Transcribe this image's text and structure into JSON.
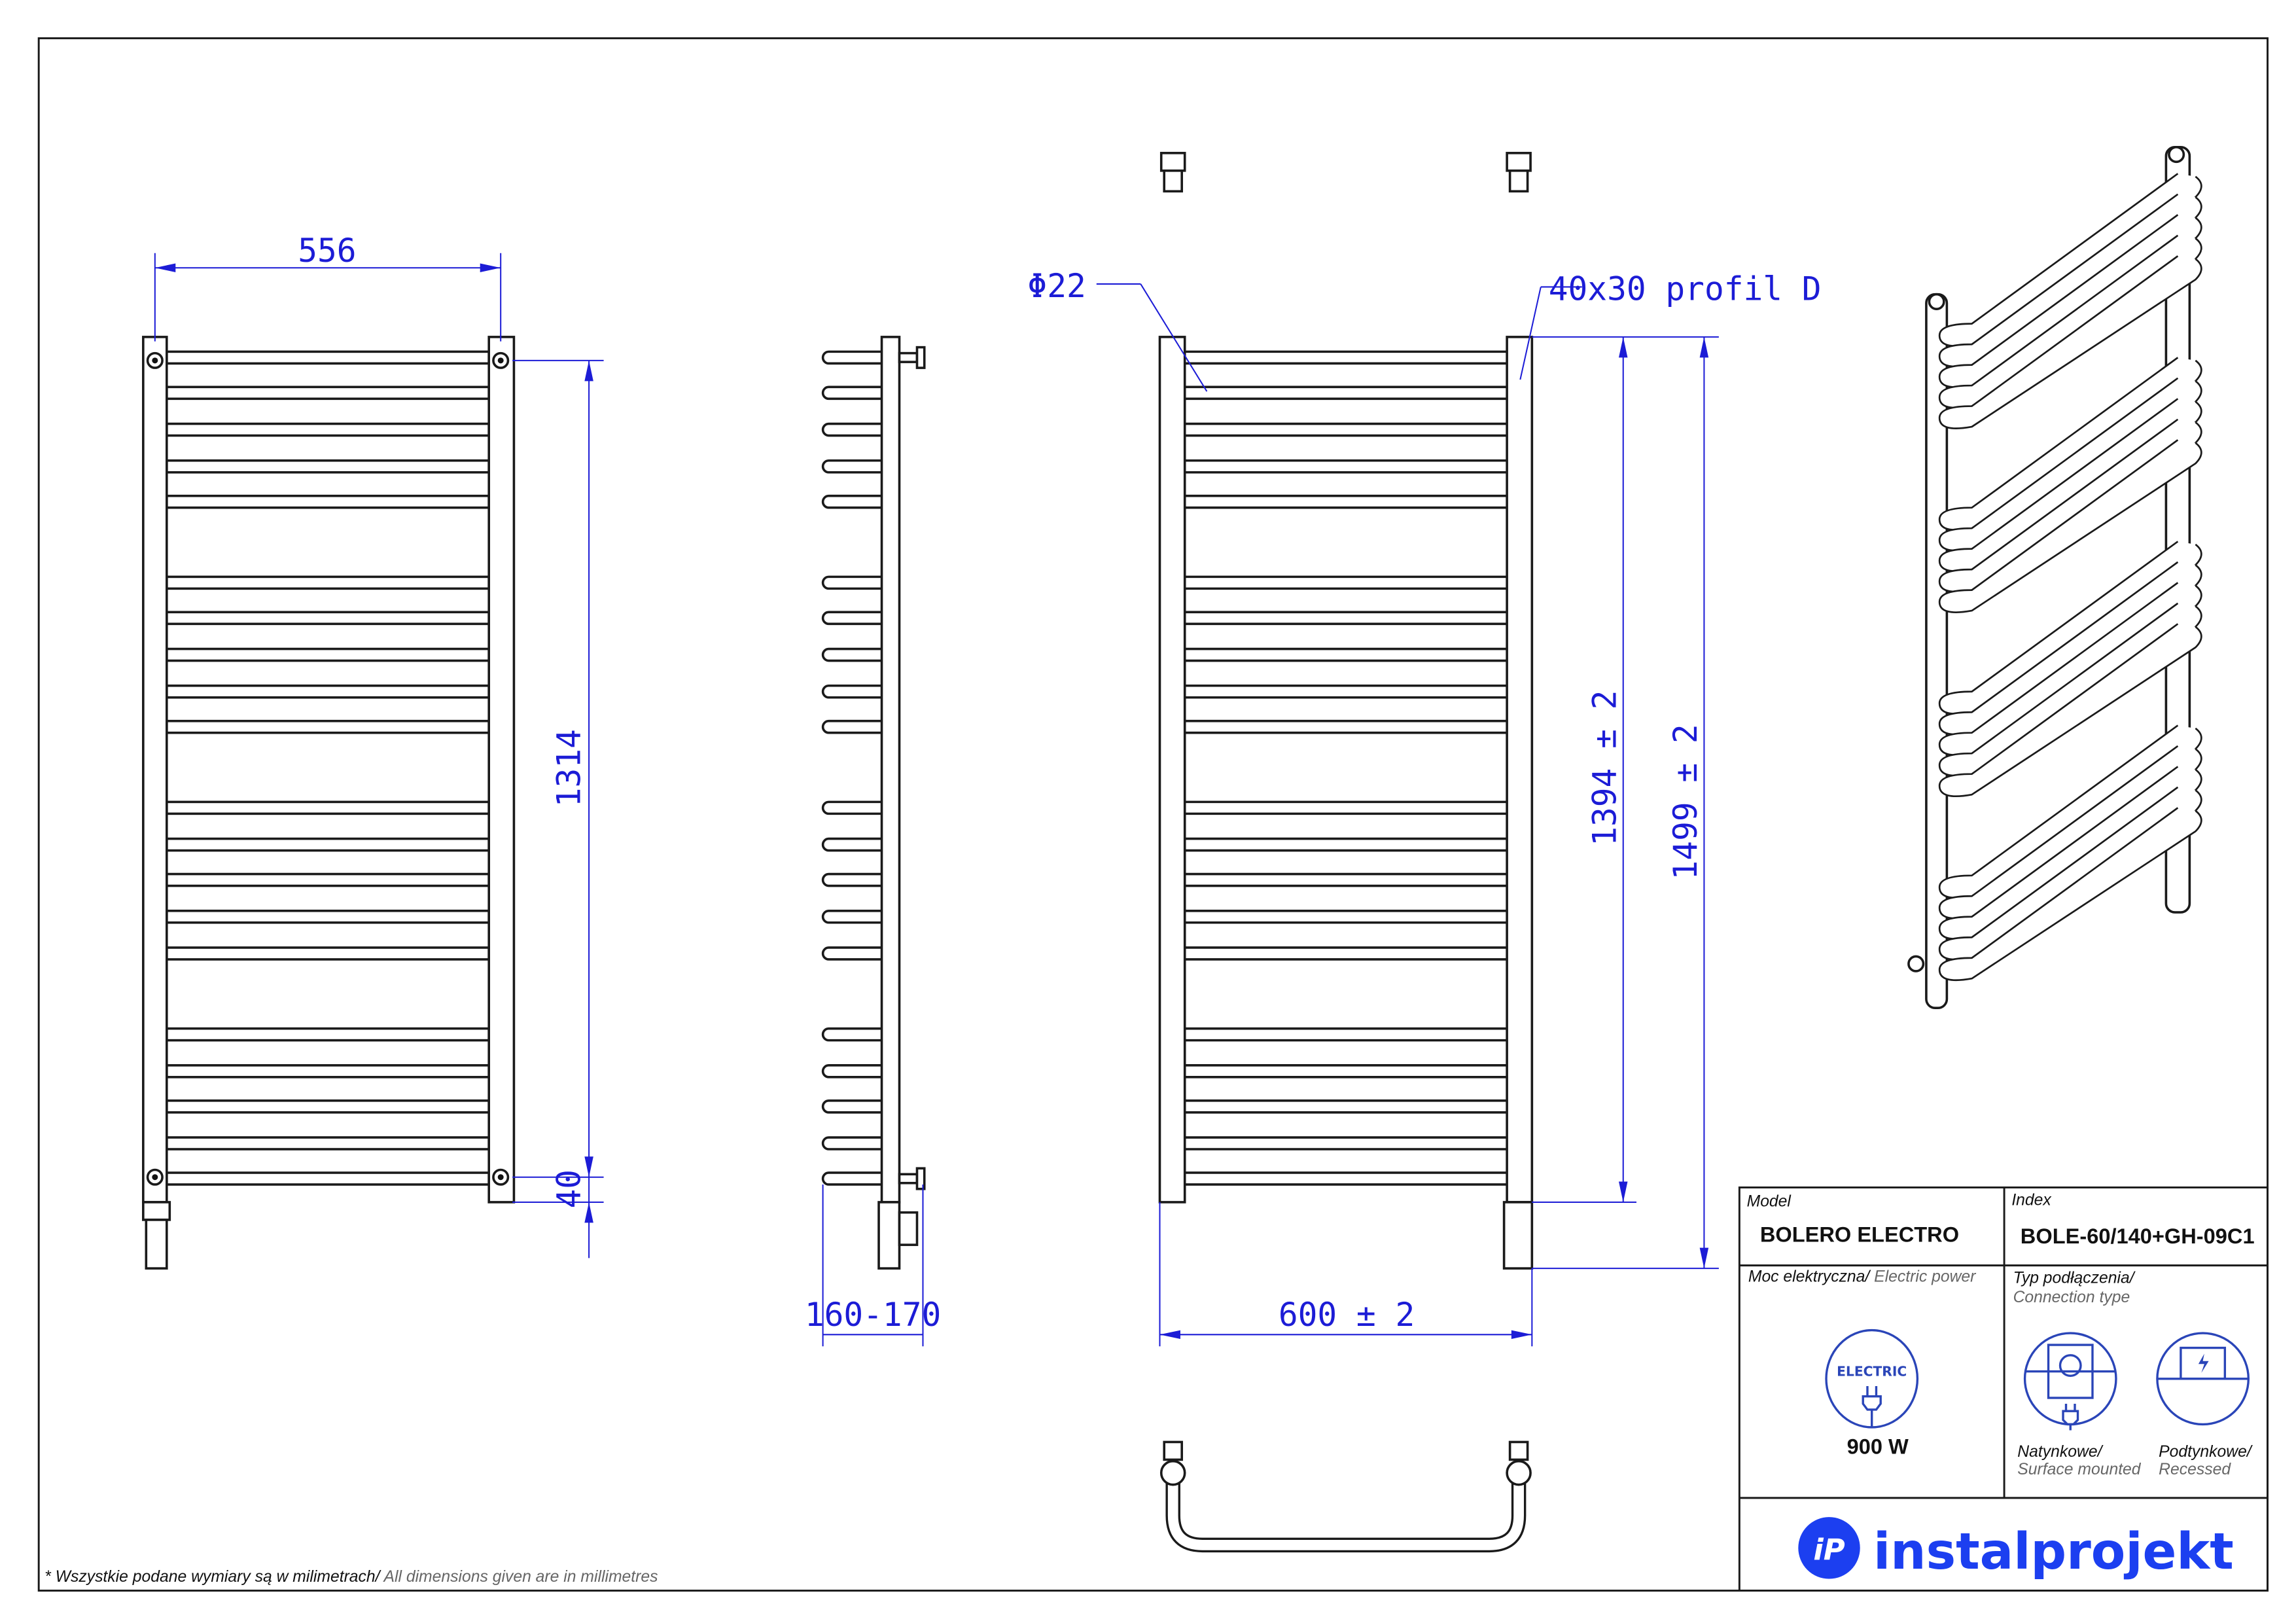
{
  "dimensions": {
    "front_width": "556",
    "front_height": "1314",
    "bottom_offset": "40",
    "depth": "160-170",
    "tube_diameter": "Φ22",
    "profile": "40x30 profil D",
    "height_inner": "1394  ± 2",
    "height_total": "1499  ± 2",
    "width_total": "600  ± 2"
  },
  "title_block": {
    "model_label": "Model",
    "model_value": "BOLERO ELECTRO",
    "index_label": "Index",
    "index_value": "BOLE-60/140+GH-09C1",
    "power_label_pl": "Moc elektryczna/",
    "power_label_en": " Electric power",
    "electric_badge": "ELECTRIC",
    "power_value": "900 W",
    "connection_label_pl": "Typ podłączenia/",
    "connection_label_en": "Connection type",
    "surface_pl": "Natynkowe/",
    "surface_en": "Surface mounted",
    "recessed_pl": "Podtynkowe/",
    "recessed_en": "Recessed",
    "brand": "instalprojekt"
  },
  "footnote": {
    "pl": "* Wszystkie podane wymiary są w milimetrach/",
    "en": " All dimensions given are in millimetres"
  },
  "colors": {
    "dimension": "#1c1cd6",
    "brand": "#1c3ff0"
  }
}
